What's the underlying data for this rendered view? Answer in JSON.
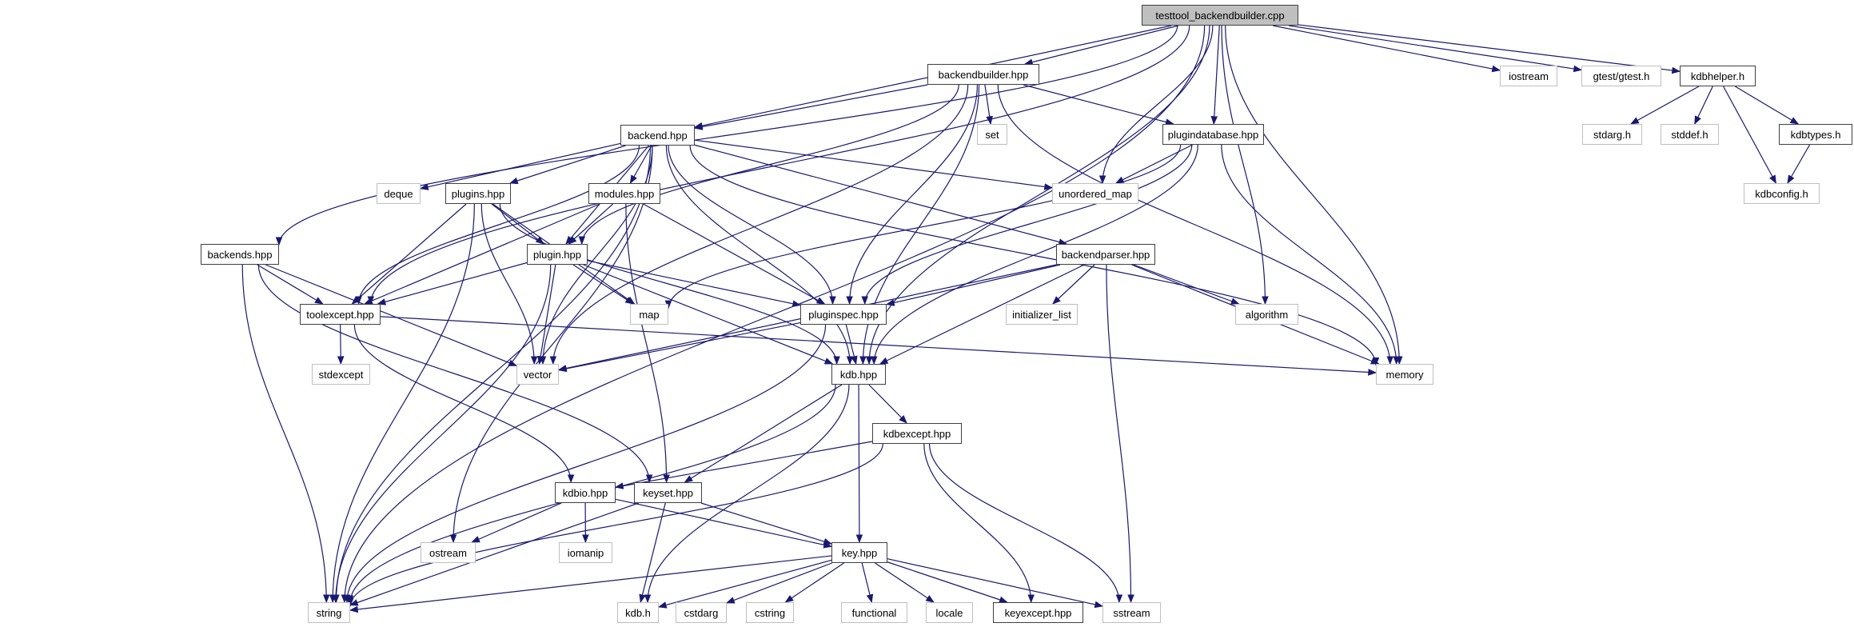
{
  "graph": {
    "title": "testtool_backendbuilder.cpp include dependency graph",
    "edge_color": "#191970",
    "nodes": [
      {
        "id": "root",
        "label": "testtool_backendbuilder.cpp",
        "kind": "root"
      },
      {
        "id": "backendbuilder",
        "label": "backendbuilder.hpp",
        "kind": "local"
      },
      {
        "id": "iostream",
        "label": "iostream",
        "kind": "system"
      },
      {
        "id": "gtest",
        "label": "gtest/gtest.h",
        "kind": "system"
      },
      {
        "id": "kdbhelper",
        "label": "kdbhelper.h",
        "kind": "local"
      },
      {
        "id": "backend",
        "label": "backend.hpp",
        "kind": "local"
      },
      {
        "id": "set",
        "label": "set",
        "kind": "system"
      },
      {
        "id": "plugindatabase",
        "label": "plugindatabase.hpp",
        "kind": "local"
      },
      {
        "id": "stdarg",
        "label": "stdarg.h",
        "kind": "system"
      },
      {
        "id": "stddef",
        "label": "stddef.h",
        "kind": "system"
      },
      {
        "id": "kdbtypes",
        "label": "kdbtypes.h",
        "kind": "local"
      },
      {
        "id": "deque",
        "label": "deque",
        "kind": "system"
      },
      {
        "id": "plugins",
        "label": "plugins.hpp",
        "kind": "local"
      },
      {
        "id": "modules",
        "label": "modules.hpp",
        "kind": "local"
      },
      {
        "id": "unordered_map",
        "label": "unordered_map",
        "kind": "system"
      },
      {
        "id": "kdbconfig",
        "label": "kdbconfig.h",
        "kind": "system"
      },
      {
        "id": "backends",
        "label": "backends.hpp",
        "kind": "local"
      },
      {
        "id": "plugin",
        "label": "plugin.hpp",
        "kind": "local"
      },
      {
        "id": "backendparser",
        "label": "backendparser.hpp",
        "kind": "local"
      },
      {
        "id": "toolexcept",
        "label": "toolexcept.hpp",
        "kind": "local"
      },
      {
        "id": "map",
        "label": "map",
        "kind": "system"
      },
      {
        "id": "pluginspec",
        "label": "pluginspec.hpp",
        "kind": "local"
      },
      {
        "id": "initializer_list",
        "label": "initializer_list",
        "kind": "system"
      },
      {
        "id": "algorithm",
        "label": "algorithm",
        "kind": "system"
      },
      {
        "id": "stdexcept",
        "label": "stdexcept",
        "kind": "system"
      },
      {
        "id": "vector",
        "label": "vector",
        "kind": "system"
      },
      {
        "id": "kdb",
        "label": "kdb.hpp",
        "kind": "local"
      },
      {
        "id": "memory",
        "label": "memory",
        "kind": "system"
      },
      {
        "id": "kdbexcept",
        "label": "kdbexcept.hpp",
        "kind": "local"
      },
      {
        "id": "kdbio",
        "label": "kdbio.hpp",
        "kind": "local"
      },
      {
        "id": "keyset",
        "label": "keyset.hpp",
        "kind": "local"
      },
      {
        "id": "ostream",
        "label": "ostream",
        "kind": "system"
      },
      {
        "id": "iomanip",
        "label": "iomanip",
        "kind": "system"
      },
      {
        "id": "key",
        "label": "key.hpp",
        "kind": "local"
      },
      {
        "id": "string",
        "label": "string",
        "kind": "system"
      },
      {
        "id": "kdbh",
        "label": "kdb.h",
        "kind": "system"
      },
      {
        "id": "cstdarg",
        "label": "cstdarg",
        "kind": "system"
      },
      {
        "id": "cstring",
        "label": "cstring",
        "kind": "system"
      },
      {
        "id": "functional",
        "label": "functional",
        "kind": "system"
      },
      {
        "id": "locale",
        "label": "locale",
        "kind": "system"
      },
      {
        "id": "keyexcept",
        "label": "keyexcept.hpp",
        "kind": "local"
      },
      {
        "id": "sstream",
        "label": "sstream",
        "kind": "system"
      }
    ],
    "edges": [
      [
        "root",
        "backendbuilder"
      ],
      [
        "root",
        "iostream"
      ],
      [
        "root",
        "gtest"
      ],
      [
        "root",
        "kdbhelper"
      ],
      [
        "root",
        "backend"
      ],
      [
        "root",
        "plugindatabase"
      ],
      [
        "root",
        "unordered_map"
      ],
      [
        "root",
        "backends"
      ],
      [
        "root",
        "toolexcept"
      ],
      [
        "root",
        "algorithm"
      ],
      [
        "root",
        "kdb"
      ],
      [
        "root",
        "memory"
      ],
      [
        "root",
        "string"
      ],
      [
        "backendbuilder",
        "backend"
      ],
      [
        "backendbuilder",
        "set"
      ],
      [
        "backendbuilder",
        "plugindatabase"
      ],
      [
        "backendbuilder",
        "plugin"
      ],
      [
        "backendbuilder",
        "pluginspec"
      ],
      [
        "backendbuilder",
        "vector"
      ],
      [
        "backendbuilder",
        "kdb"
      ],
      [
        "backendbuilder",
        "memory"
      ],
      [
        "kdbhelper",
        "stdarg"
      ],
      [
        "kdbhelper",
        "stddef"
      ],
      [
        "kdbhelper",
        "kdbtypes"
      ],
      [
        "kdbhelper",
        "kdbconfig"
      ],
      [
        "kdbtypes",
        "kdbconfig"
      ],
      [
        "backend",
        "deque"
      ],
      [
        "backend",
        "plugins"
      ],
      [
        "backend",
        "modules"
      ],
      [
        "backend",
        "unordered_map"
      ],
      [
        "backend",
        "plugin"
      ],
      [
        "backend",
        "pluginspec"
      ],
      [
        "backend",
        "backendparser"
      ],
      [
        "backend",
        "toolexcept"
      ],
      [
        "backend",
        "vector"
      ],
      [
        "backend",
        "kdb"
      ],
      [
        "backend",
        "memory"
      ],
      [
        "backend",
        "ostream"
      ],
      [
        "backend",
        "string"
      ],
      [
        "plugindatabase",
        "unordered_map"
      ],
      [
        "plugindatabase",
        "pluginspec"
      ],
      [
        "plugindatabase",
        "kdb"
      ],
      [
        "plugindatabase",
        "memory"
      ],
      [
        "plugindatabase",
        "map"
      ],
      [
        "plugins",
        "plugin"
      ],
      [
        "plugins",
        "toolexcept"
      ],
      [
        "plugins",
        "map"
      ],
      [
        "plugins",
        "vector"
      ],
      [
        "plugins",
        "kdb"
      ],
      [
        "plugins",
        "string"
      ],
      [
        "modules",
        "plugin"
      ],
      [
        "modules",
        "pluginspec"
      ],
      [
        "modules",
        "toolexcept"
      ],
      [
        "modules",
        "keyset"
      ],
      [
        "backends",
        "toolexcept"
      ],
      [
        "backends",
        "vector"
      ],
      [
        "backends",
        "keyset"
      ],
      [
        "backends",
        "string"
      ],
      [
        "plugin",
        "toolexcept"
      ],
      [
        "plugin",
        "map"
      ],
      [
        "plugin",
        "pluginspec"
      ],
      [
        "plugin",
        "vector"
      ],
      [
        "plugin",
        "kdb"
      ],
      [
        "plugin",
        "string"
      ],
      [
        "backendparser",
        "pluginspec"
      ],
      [
        "backendparser",
        "initializer_list"
      ],
      [
        "backendparser",
        "algorithm"
      ],
      [
        "backendparser",
        "kdb"
      ],
      [
        "backendparser",
        "memory"
      ],
      [
        "backendparser",
        "vector"
      ],
      [
        "backendparser",
        "sstream"
      ],
      [
        "toolexcept",
        "stdexcept"
      ],
      [
        "toolexcept",
        "memory"
      ],
      [
        "toolexcept",
        "kdbio"
      ],
      [
        "pluginspec",
        "kdb"
      ],
      [
        "pluginspec",
        "vector"
      ],
      [
        "pluginspec",
        "string"
      ],
      [
        "kdb",
        "kdbexcept"
      ],
      [
        "kdb",
        "keyset"
      ],
      [
        "kdb",
        "key"
      ],
      [
        "kdb",
        "kdbh"
      ],
      [
        "kdb",
        "string"
      ],
      [
        "kdbexcept",
        "kdbio"
      ],
      [
        "kdbexcept",
        "keyexcept"
      ],
      [
        "kdbexcept",
        "sstream"
      ],
      [
        "kdbexcept",
        "string"
      ],
      [
        "kdbio",
        "ostream"
      ],
      [
        "kdbio",
        "iomanip"
      ],
      [
        "kdbio",
        "key"
      ],
      [
        "keyset",
        "key"
      ],
      [
        "keyset",
        "kdbh"
      ],
      [
        "keyset",
        "string"
      ],
      [
        "key",
        "string"
      ],
      [
        "key",
        "kdbh"
      ],
      [
        "key",
        "cstdarg"
      ],
      [
        "key",
        "cstring"
      ],
      [
        "key",
        "functional"
      ],
      [
        "key",
        "locale"
      ],
      [
        "key",
        "keyexcept"
      ],
      [
        "key",
        "sstream"
      ]
    ]
  }
}
